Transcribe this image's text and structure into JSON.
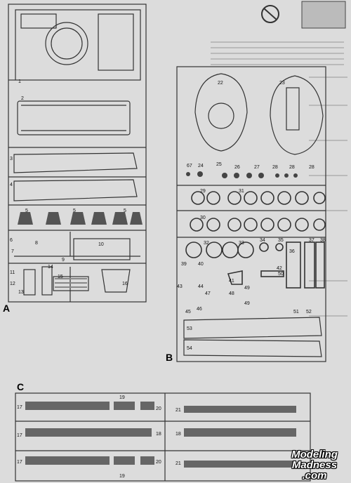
{
  "sprue_labels": {
    "a": "A",
    "b": "B",
    "c": "C"
  },
  "parts_a": [
    "1",
    "2",
    "3",
    "4",
    "5",
    "5",
    "5",
    "6",
    "7",
    "8",
    "9",
    "10",
    "11",
    "12",
    "13",
    "14",
    "15",
    "16"
  ],
  "parts_b": [
    "22",
    "23",
    "24",
    "25",
    "26",
    "27",
    "28",
    "28",
    "28",
    "29",
    "30",
    "31",
    "32",
    "33",
    "34",
    "35",
    "36",
    "37",
    "38",
    "39",
    "40",
    "41",
    "42",
    "43",
    "44",
    "45",
    "46",
    "47",
    "48",
    "49",
    "49",
    "50",
    "51",
    "52",
    "53",
    "54",
    "67"
  ],
  "parts_c": [
    "17",
    "17",
    "17",
    "18",
    "18",
    "19",
    "19",
    "20",
    "20",
    "21",
    "21"
  ],
  "watermark": {
    "line1": "Modeling",
    "line2": "Madness",
    "line3": ".com"
  }
}
